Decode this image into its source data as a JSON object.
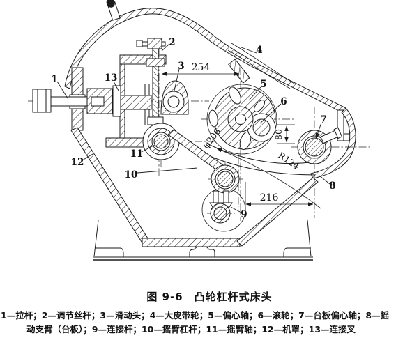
{
  "caption": {
    "title": "图 9-6　凸轮杠杆式床头",
    "legend_line_1": "1—拉杆；2—调节丝杆；3—滑动头；4—大皮带轮；5—偏心轴；6—滚轮；7—台板偏心轴；8—摇",
    "legend_line_2": "动支臂（台板）；9—连接杆；10—摇臂杠杆；11—摇臂轴；12—机罩；13—连接叉"
  },
  "callouts": {
    "c1": "1",
    "c2": "2",
    "c3": "3",
    "c4": "4",
    "c5": "5",
    "c6": "6",
    "c7": "7",
    "c8": "8",
    "c9": "9",
    "c10": "10",
    "c11": "11",
    "c12": "12",
    "c13": "13"
  },
  "dimensions": {
    "top_span": "254",
    "bottom_span": "216",
    "vertical_offset": "80",
    "arc_radius": "R124",
    "wheel_diameter": "φ206"
  },
  "colors": {
    "ink": "#1a1a1a",
    "paper": "#ffffff"
  }
}
